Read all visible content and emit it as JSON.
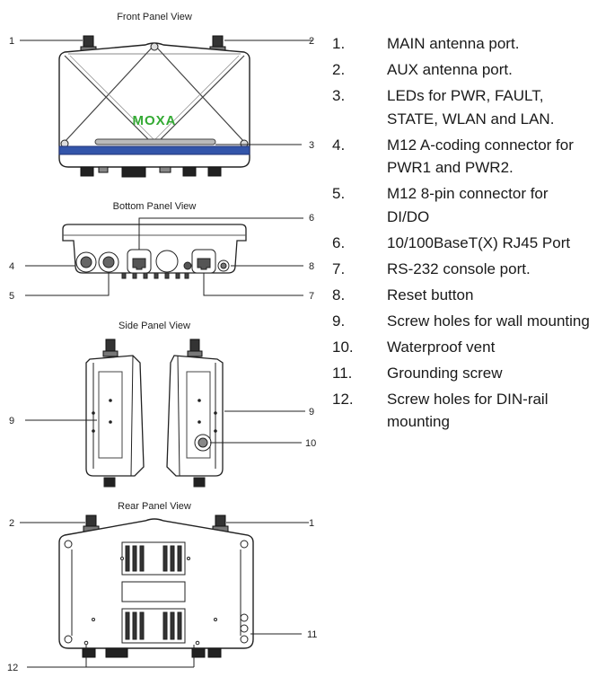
{
  "views": {
    "front": "Front Panel View",
    "bottom": "Bottom Panel View",
    "side": "Side Panel View",
    "rear": "Rear Panel View"
  },
  "brand": {
    "logo": "MOXA",
    "color": "#33aa33",
    "bar_color": "#3355aa"
  },
  "callouts": {
    "front": [
      "1",
      "2",
      "3"
    ],
    "bottom": [
      "4",
      "5",
      "6",
      "7",
      "8"
    ],
    "side": [
      "9",
      "9",
      "10"
    ],
    "rear": [
      "2",
      "1",
      "11",
      "12"
    ]
  },
  "legend": [
    {
      "num": "1.",
      "text": "MAIN antenna port."
    },
    {
      "num": "2.",
      "text": "AUX antenna port."
    },
    {
      "num": "3.",
      "text": "LEDs for PWR, FAULT, STATE, WLAN and LAN."
    },
    {
      "num": "4.",
      "text": "M12 A-coding connector for PWR1 and PWR2."
    },
    {
      "num": "5.",
      "text": "M12 8-pin connector for DI/DO"
    },
    {
      "num": "6.",
      "text": "10/100BaseT(X) RJ45 Port"
    },
    {
      "num": "7.",
      "text": "RS-232 console port."
    },
    {
      "num": "8.",
      "text": "Reset button"
    },
    {
      "num": "9.",
      "text": "Screw holes for wall mounting"
    },
    {
      "num": "10.",
      "text": "Waterproof vent"
    },
    {
      "num": "11.",
      "text": "Grounding screw"
    },
    {
      "num": "12.",
      "text": "Screw holes for DIN-rail mounting"
    }
  ]
}
